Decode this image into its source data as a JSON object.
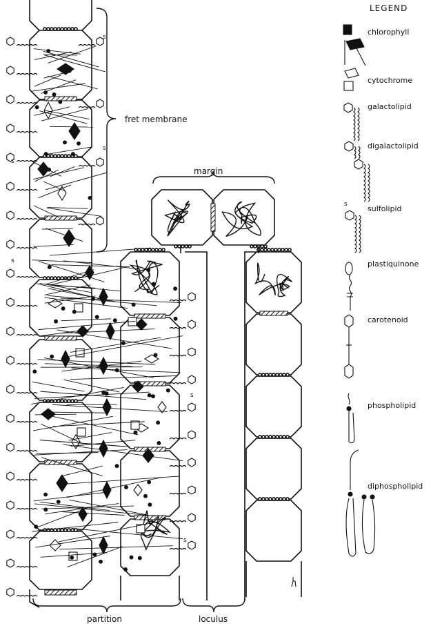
{
  "diagram": {
    "labels": {
      "fret_membrane": "fret membrane",
      "margin": "margin",
      "partition": "partition",
      "loculus": "loculus",
      "s_marker": "s"
    },
    "legend": {
      "title": "LEGEND",
      "items": [
        {
          "label": "chlorophyll",
          "icon": "chlorophyll-icon"
        },
        {
          "label": "cytochrome",
          "icon": "cytochrome-icon"
        },
        {
          "label": "galactolipid",
          "icon": "galactolipid-icon"
        },
        {
          "label": "digalactolipid",
          "icon": "digalactolipid-icon"
        },
        {
          "label": "sulfolipid",
          "icon": "sulfolipid-icon"
        },
        {
          "label": "plastiquinone",
          "icon": "plastiquinone-icon"
        },
        {
          "label": "carotenoid",
          "icon": "carotenoid-icon"
        },
        {
          "label": "phospholipid",
          "icon": "phospholipid-icon"
        },
        {
          "label": "diphospholipid",
          "icon": "diphospholipid-icon"
        }
      ]
    },
    "colors": {
      "ink": "#111111",
      "paper": "#ffffff"
    }
  }
}
